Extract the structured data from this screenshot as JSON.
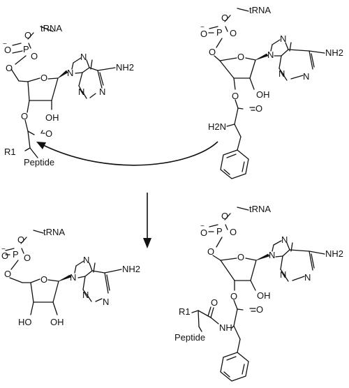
{
  "molecules": [
    {
      "id": "peptidyl-trna",
      "atoms": {
        "trna": "tRNA",
        "o_link": "O",
        "o_minus": "O",
        "charge": "−",
        "p": "P",
        "o_double": "O",
        "o5": "O",
        "o_ring": "O",
        "n9": "N",
        "n7": "N",
        "n1": "N",
        "n3": "N",
        "nh2": "NH2",
        "oh": "OH",
        "o_ester": "O",
        "o_carbonyl": "O",
        "r1": "R1",
        "peptide": "Peptide"
      }
    },
    {
      "id": "aminoacyl-trna",
      "atoms": {
        "trna": "tRNA",
        "o_link": "O",
        "o_minus": "O",
        "charge": "−",
        "p": "P",
        "o_double": "O",
        "o5": "O",
        "o_ring": "O",
        "n9": "N",
        "n7": "N",
        "n1": "N",
        "n3": "N",
        "nh2": "NH2",
        "oh": "OH",
        "o_ester": "O",
        "o_carbonyl": "O",
        "h2n": "H2N"
      }
    },
    {
      "id": "deacylated-trna",
      "atoms": {
        "trna": "tRNA",
        "o_link": "O",
        "o_minus": "O",
        "charge": "−",
        "p": "P",
        "o_double": "O",
        "o5": "O",
        "o_ring": "O",
        "n9": "N",
        "n7": "N",
        "n1": "N",
        "n3": "N",
        "nh2": "NH2",
        "oh3": "HO",
        "oh2": "OH"
      }
    },
    {
      "id": "elongated-peptidyl-trna",
      "atoms": {
        "trna": "tRNA",
        "o_link": "O",
        "o_minus": "O",
        "charge": "−",
        "p": "P",
        "o_double": "O",
        "o5": "O",
        "o_ring": "O",
        "n9": "N",
        "n7": "N",
        "n1": "N",
        "n3": "N",
        "nh2": "NH2",
        "oh": "OH",
        "o_ester": "O",
        "o_carbonyl": "O",
        "r1": "R1",
        "o_amide": "O",
        "nh": "NH",
        "peptide": "Peptide"
      }
    }
  ],
  "arrows": [
    {
      "id": "peptidyl-transfer-arrow",
      "from": "aminoacyl-trna",
      "to": "peptidyl-trna"
    },
    {
      "id": "reaction-arrow",
      "from": "reactants",
      "to": "products"
    }
  ]
}
